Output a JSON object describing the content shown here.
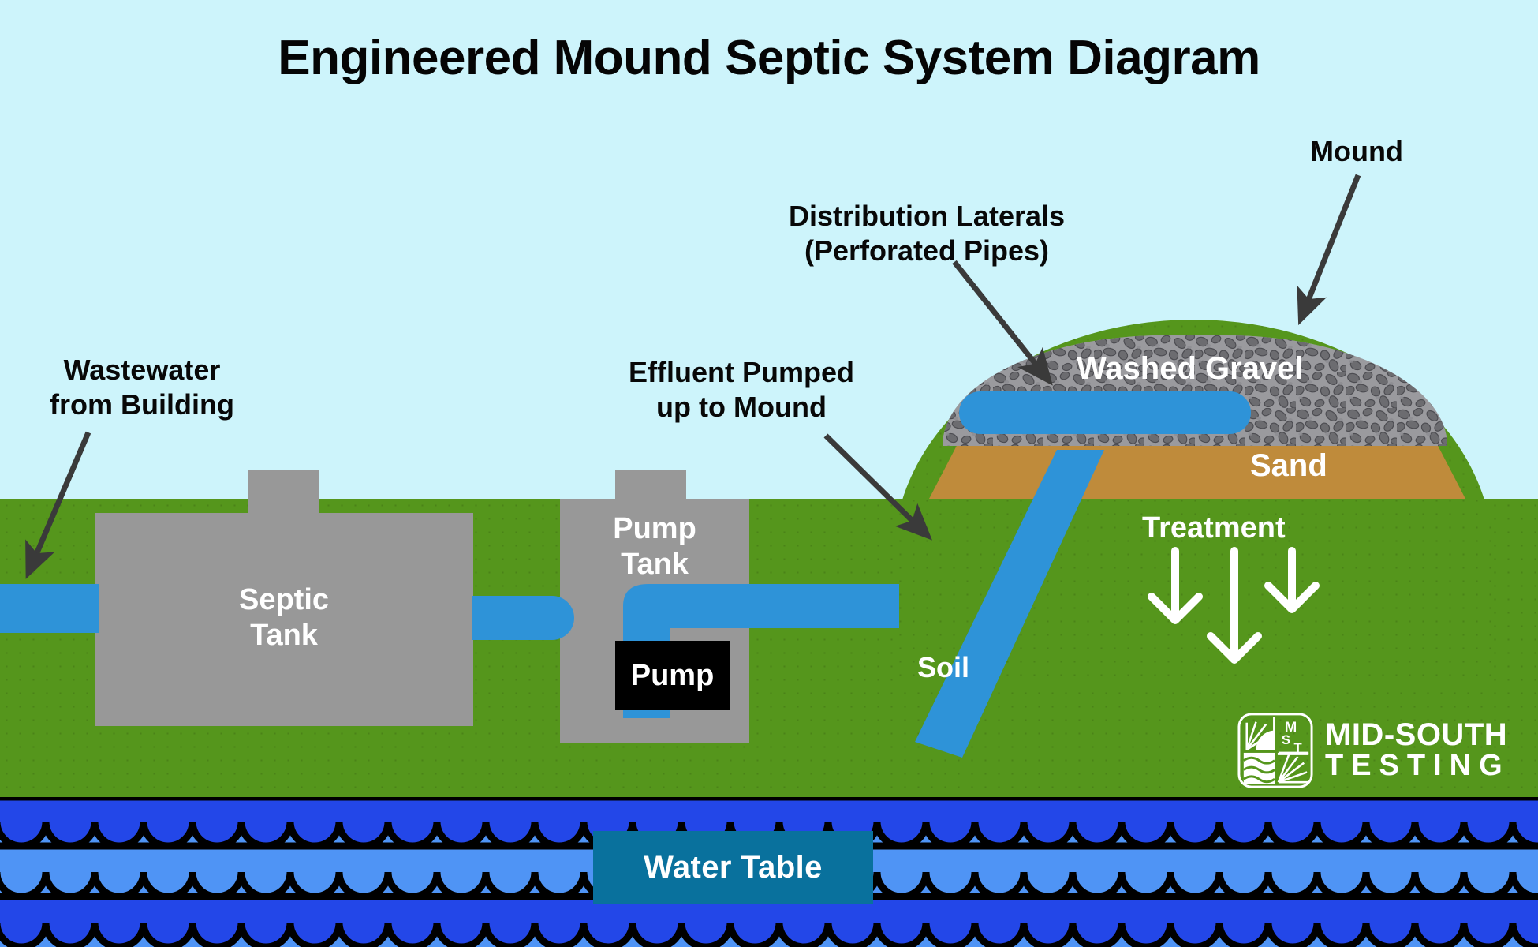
{
  "diagram": {
    "title": "Engineered Mound Septic System Diagram",
    "type": "cross-section-illustration"
  },
  "colors": {
    "sky": "#cdf4fb",
    "soil_green": "#55961c",
    "mound_green": "#55961c",
    "sand_tan": "#bf8b3b",
    "gravel_gray": "#9a9a9e",
    "tank_gray": "#989898",
    "pipe_blue": "#2e93d8",
    "water_light": "#4f94f5",
    "water_dark": "#2347e8",
    "label_box_blue": "#09719d",
    "arrow_dark": "#3a3a3a",
    "text_black": "#080808",
    "text_white": "#ffffff",
    "pump_box_black": "#000000"
  },
  "callouts": [
    {
      "id": "wastewater",
      "line1": "Wastewater",
      "line2": "from Building"
    },
    {
      "id": "effluent",
      "line1": "Effluent Pumped",
      "line2": "up to Mound"
    },
    {
      "id": "laterals",
      "line1": "Distribution Laterals",
      "line2": "(Perforated Pipes)"
    },
    {
      "id": "mound",
      "line1": "Mound",
      "line2": ""
    }
  ],
  "components": {
    "septic_tank": {
      "label_line1": "Septic",
      "label_line2": "Tank"
    },
    "pump_tank": {
      "label_line1": "Pump",
      "label_line2": "Tank"
    },
    "pump": {
      "label": "Pump"
    },
    "washed_gravel": {
      "label": "Washed Gravel"
    },
    "sand": {
      "label": "Sand"
    },
    "soil": {
      "label": "Soil"
    },
    "treatment": {
      "label": "Treatment",
      "arrow_count": 3
    },
    "water_table": {
      "label": "Water Table"
    }
  },
  "logo": {
    "mark_text": "MST",
    "line1": "MID-SOUTH",
    "line2": "TESTING"
  }
}
